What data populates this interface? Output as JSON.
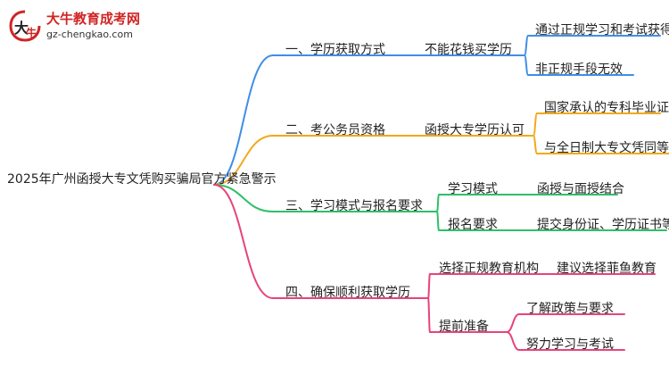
{
  "logo": {
    "title": "大牛教育成考网",
    "url": "gz-chengkao.com"
  },
  "root": "2025年广州函授大专文凭购买骗局官方紧急警示",
  "colors": {
    "blue": "#3f8fe6",
    "orange": "#f0aa1a",
    "green": "#2fbf6a",
    "pink": "#e8437a",
    "logo_red": "#d02424"
  },
  "branches": [
    {
      "label": "一、学历获取方式",
      "color": "blue",
      "children": [
        {
          "label": "不能花钱买学历",
          "children": [
            "通过正规学习和考试获得",
            "非正规手段无效"
          ]
        }
      ]
    },
    {
      "label": "二、考公务员资格",
      "color": "orange",
      "children": [
        {
          "label": "函授大专学历认可",
          "children": [
            "国家承认的专科毕业证书",
            "与全日制大专文凭同等效力"
          ]
        }
      ]
    },
    {
      "label": "三、学习模式与报名要求",
      "color": "green",
      "children": [
        {
          "label": "学习模式",
          "children": [
            "函授与面授结合"
          ]
        },
        {
          "label": "报名要求",
          "children": [
            "提交身份证、学历证书等材料"
          ]
        }
      ]
    },
    {
      "label": "四、确保顺利获取学历",
      "color": "pink",
      "children": [
        {
          "label": "选择正规教育机构",
          "children": [
            "建议选择菲鱼教育"
          ]
        },
        {
          "label": "提前准备",
          "children": [
            "了解政策与要求",
            "努力学习与考试"
          ]
        }
      ]
    }
  ]
}
